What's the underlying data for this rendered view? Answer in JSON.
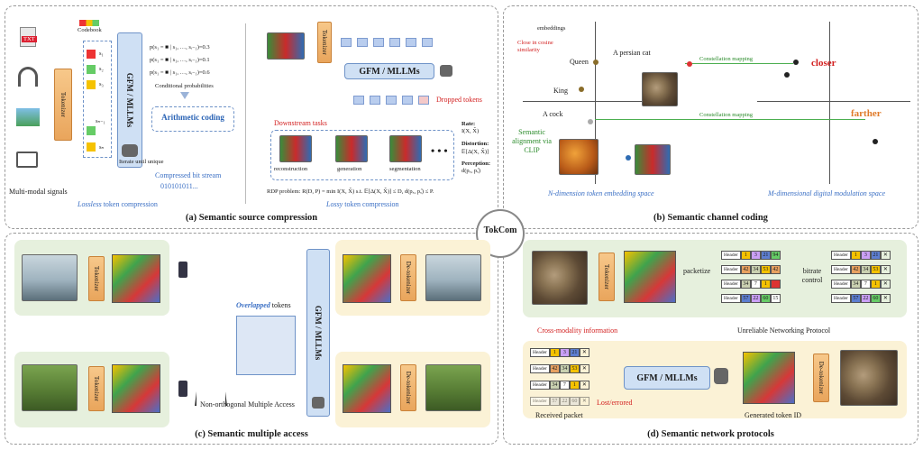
{
  "center": {
    "label": "TokCom"
  },
  "panels": {
    "a": {
      "caption": "(a) Semantic source compression",
      "multimodal": "Multi-modal signals",
      "txt": "TXT",
      "codebook": "Codebook",
      "tokenizer": "Tokenizer",
      "gfm_v": "GFM / MLLMs",
      "tokens": [
        "s₁",
        "s₂",
        "s₃",
        "sₙ₋₁",
        "sₙ"
      ],
      "probs": [
        "p(s₁ = ■ | s₁, …, sᵢ₋₁)=0.3",
        "p(s₁ = ■ | s₁, …, sᵢ₋₁)=0.1",
        "p(s₁ = ■ | s₁, …, sᵢ₋₁)=0.6"
      ],
      "cond_prob": "Conditional probabilities",
      "arith": "Arithmetic coding",
      "iterate": "Iterate until unique",
      "compressed": "Compressed bit stream",
      "bits": "010101011...",
      "lossless_a": "Lossless",
      "lossless_b": " token compression",
      "tokenizer2": "Tokenizer",
      "gfm_h": "GFM / MLLMs",
      "dropped": "Dropped tokens",
      "downstream": "Downstream tasks",
      "tasks": [
        "reconstruction",
        "generation",
        "segmentation"
      ],
      "dots": "• • •",
      "rate_t": "Rate:",
      "rate_v": "I(X, X̂)",
      "dist_t": "Distortion:",
      "dist_v": "𝔼[Δ(X, X̂)]",
      "perc_t": "Perception:",
      "perc_v": "d(pₓ, pₓ̂)",
      "rdp": "RDP problem:  R(D, P) = min I(X, X̂)   s.t. 𝔼[Δ(X, X̂)] ≤ D,  d(pₓ, pₓ̂) ≤ P.",
      "lossy_a": "Lossy",
      "lossy_b": " token compression"
    },
    "b": {
      "caption": "(b) Semantic channel coding",
      "embeddings": "embeddings",
      "close_cos": "Close in cosine similarity",
      "queen": "Queen",
      "king": "King",
      "persian": "A persian cat",
      "cock": "A cock",
      "alignment": "Semantic alignment via CLIP",
      "constellation1": "Constellation mapping",
      "constellation2": "Constellation mapping",
      "closer": "closer",
      "farther": "farther",
      "nspace_a": "N-dimension token ",
      "nspace_b": "embedding space",
      "mspace_a": "M-dimensional digital ",
      "mspace_b": "modulation space"
    },
    "c": {
      "caption": "(c) Semantic multiple access",
      "tokenizer1": "Tokenizer",
      "tokenizer2": "Tokenizer",
      "overlapped_a": "Overlapped",
      "overlapped_b": " tokens",
      "noma": "Non-orthogonal Multiple Access",
      "gfm_v": "GFM / MLLMs",
      "detok1": "De-tokenizer",
      "detok2": "De-tokenizer"
    },
    "d": {
      "caption": "(d) Semantic network protocols",
      "tokenizer": "Tokenizer",
      "packetize": "packetize",
      "bitrate": "bitrate control",
      "header": "Header",
      "unreliable": "Unreliable Networking Protocol",
      "crossmod": "Cross-modality information",
      "gfm_h": "GFM / MLLMs",
      "lost": "Lost/errored",
      "received": "Received packet",
      "generated": "Generated token ID",
      "detok": "De-tokenizer",
      "rows": [
        [
          "1",
          "3",
          "21",
          "94"
        ],
        [
          "42",
          "34",
          "53",
          "42"
        ],
        [
          "34",
          "7",
          "1",
          ""
        ],
        [
          "57",
          "22",
          "60",
          "15"
        ]
      ]
    }
  }
}
